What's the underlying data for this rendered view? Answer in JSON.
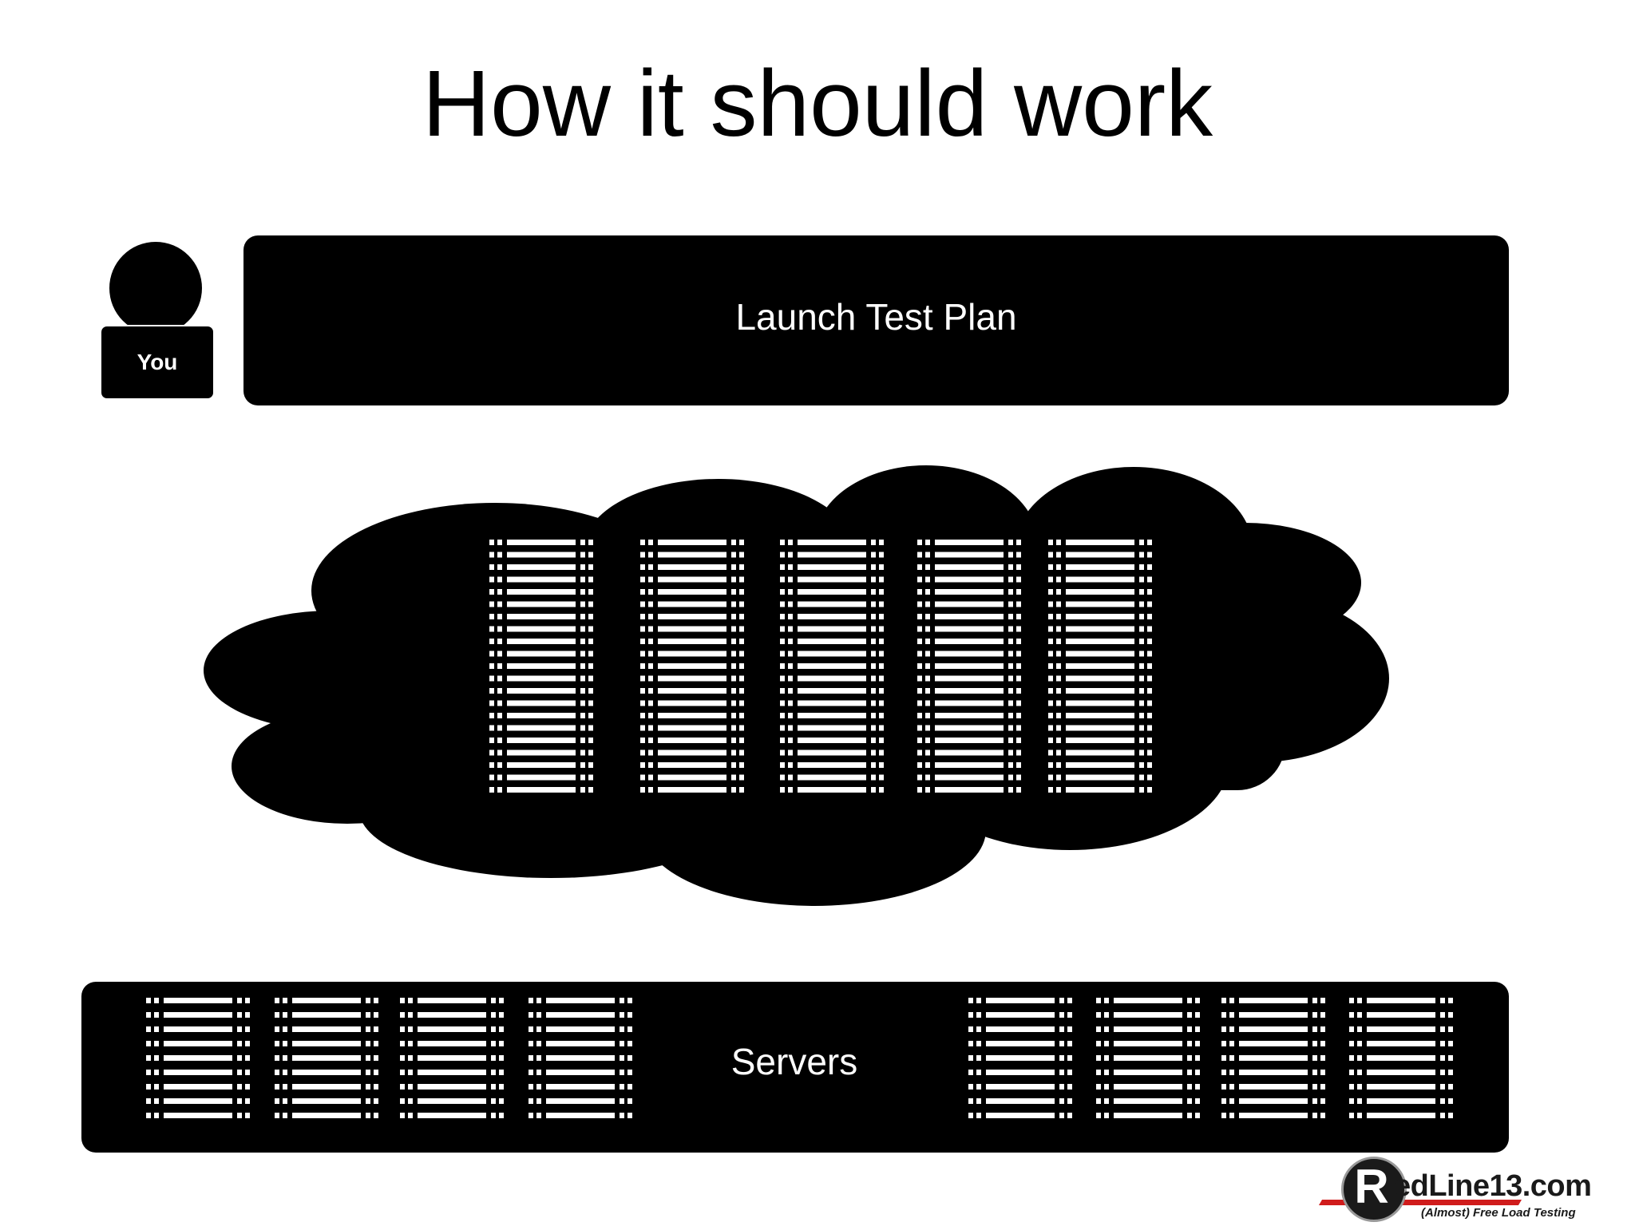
{
  "slide": {
    "title": "How it should work"
  },
  "user": {
    "label": "You",
    "icon": "user-icon"
  },
  "launch": {
    "label": "Launch Test Plan"
  },
  "cloud": {
    "icon": "cloud-icon",
    "server_rack_count": 5
  },
  "servers": {
    "label": "Servers",
    "server_rack_count": 8
  },
  "logo": {
    "initial": "R",
    "name": "edLine13.com",
    "tagline": "(Almost) Free Load Testing",
    "colors": {
      "stripe": "#d01c1c",
      "dark": "#1a1a1a"
    }
  }
}
